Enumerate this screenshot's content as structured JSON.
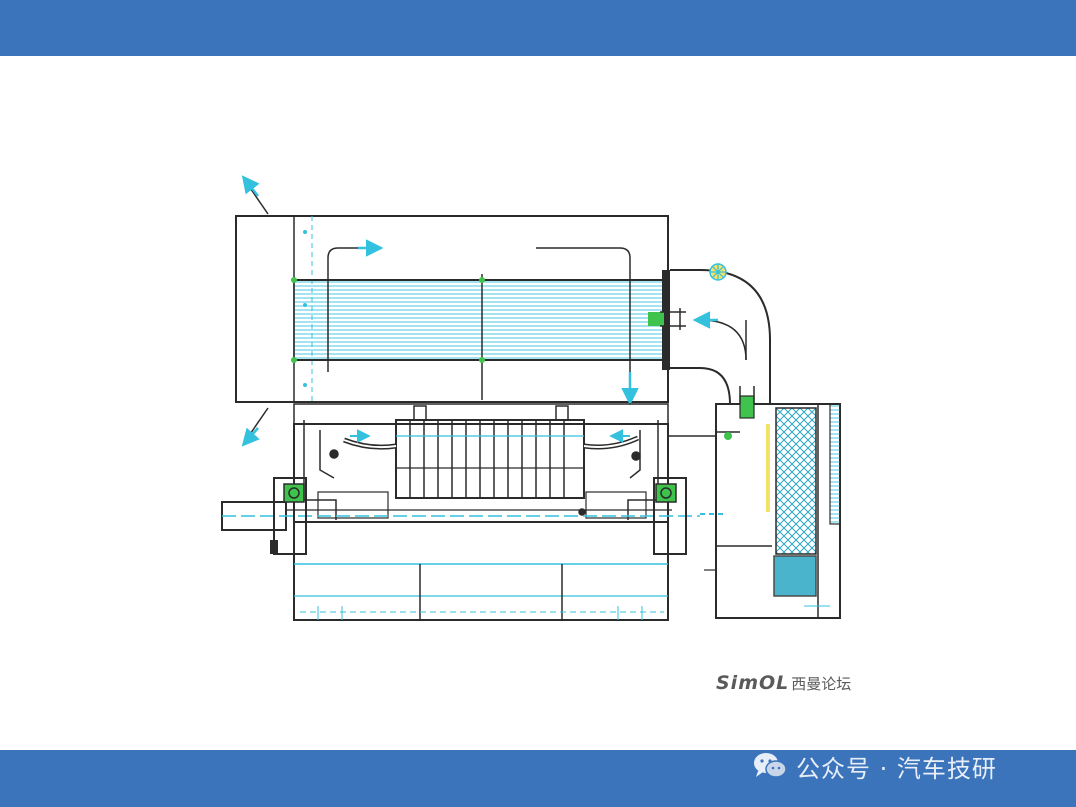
{
  "colors": {
    "bar": "#3b74bb",
    "line": "#2b2b2b",
    "cyan": "#34c1de",
    "green": "#3fc34d",
    "filter": "#7fd6e6",
    "yellow": "#f4e267"
  },
  "logo": {
    "latin": "SimOL",
    "cn": "西曼论坛"
  },
  "watermark": {
    "icon": "wechat-icon",
    "text": "公众号 · 汽车技研"
  }
}
